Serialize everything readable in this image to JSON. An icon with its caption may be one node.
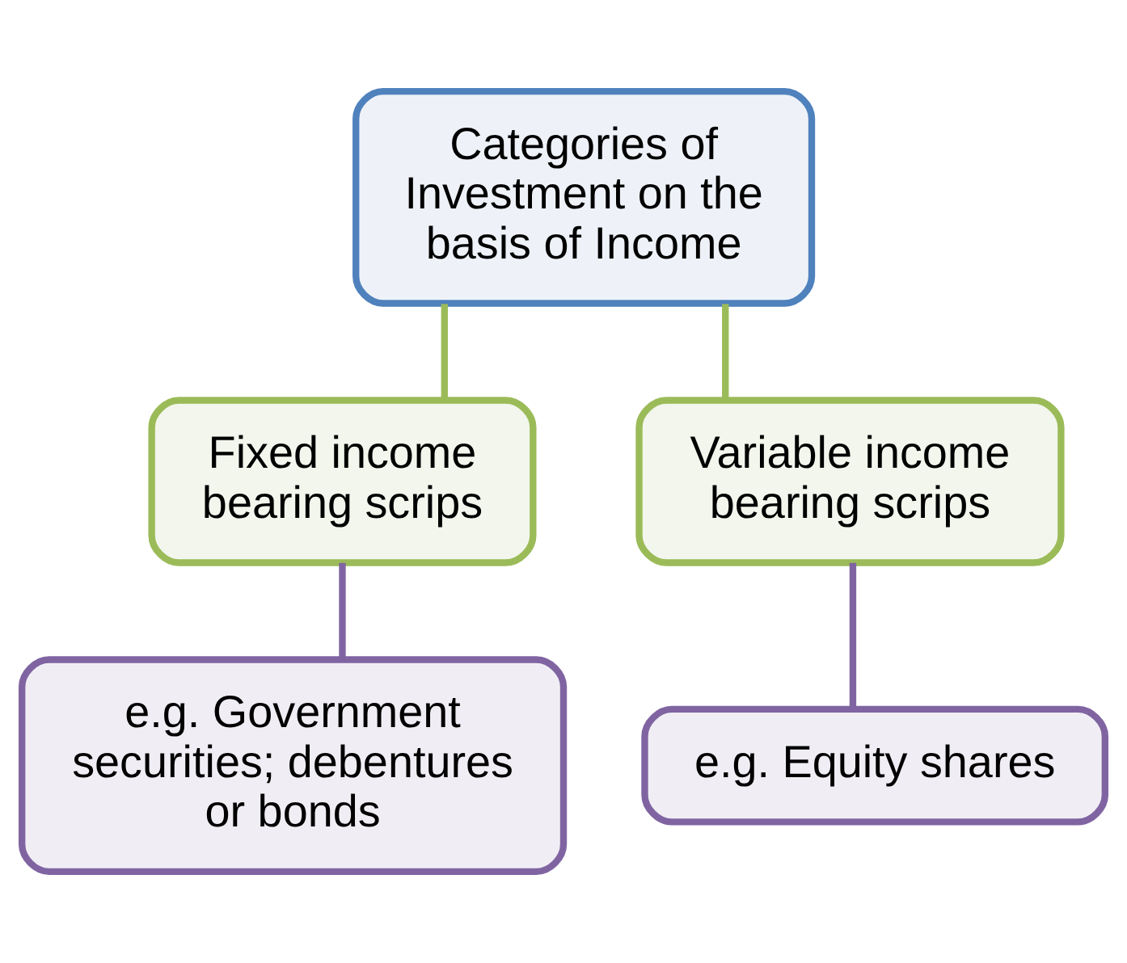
{
  "diagram": {
    "nodes": [
      {
        "text": [
          "Categories of Investment on the basis of Income"
        ]
      },
      {
        "text": [
          "Fixed income bearing scrips"
        ]
      },
      {
        "text": [
          "Variable income bearing scrips"
        ]
      },
      {
        "text": [
          "e.g. Government securities; debentures or bonds"
        ]
      },
      {
        "text": [
          "e.g. Equity shares"
        ]
      }
    ],
    "edges": [
      {
        "from": 0,
        "to": 1,
        "arrow": "none",
        "color": "#9bbb59"
      },
      {
        "from": 0,
        "to": 2,
        "arrow": "none",
        "color": "#9bbb59"
      },
      {
        "from": 1,
        "to": 3,
        "arrow": "none",
        "color": "#8064a2"
      },
      {
        "from": 2,
        "to": 4,
        "arrow": "none",
        "color": "#8064a2"
      }
    ]
  }
}
